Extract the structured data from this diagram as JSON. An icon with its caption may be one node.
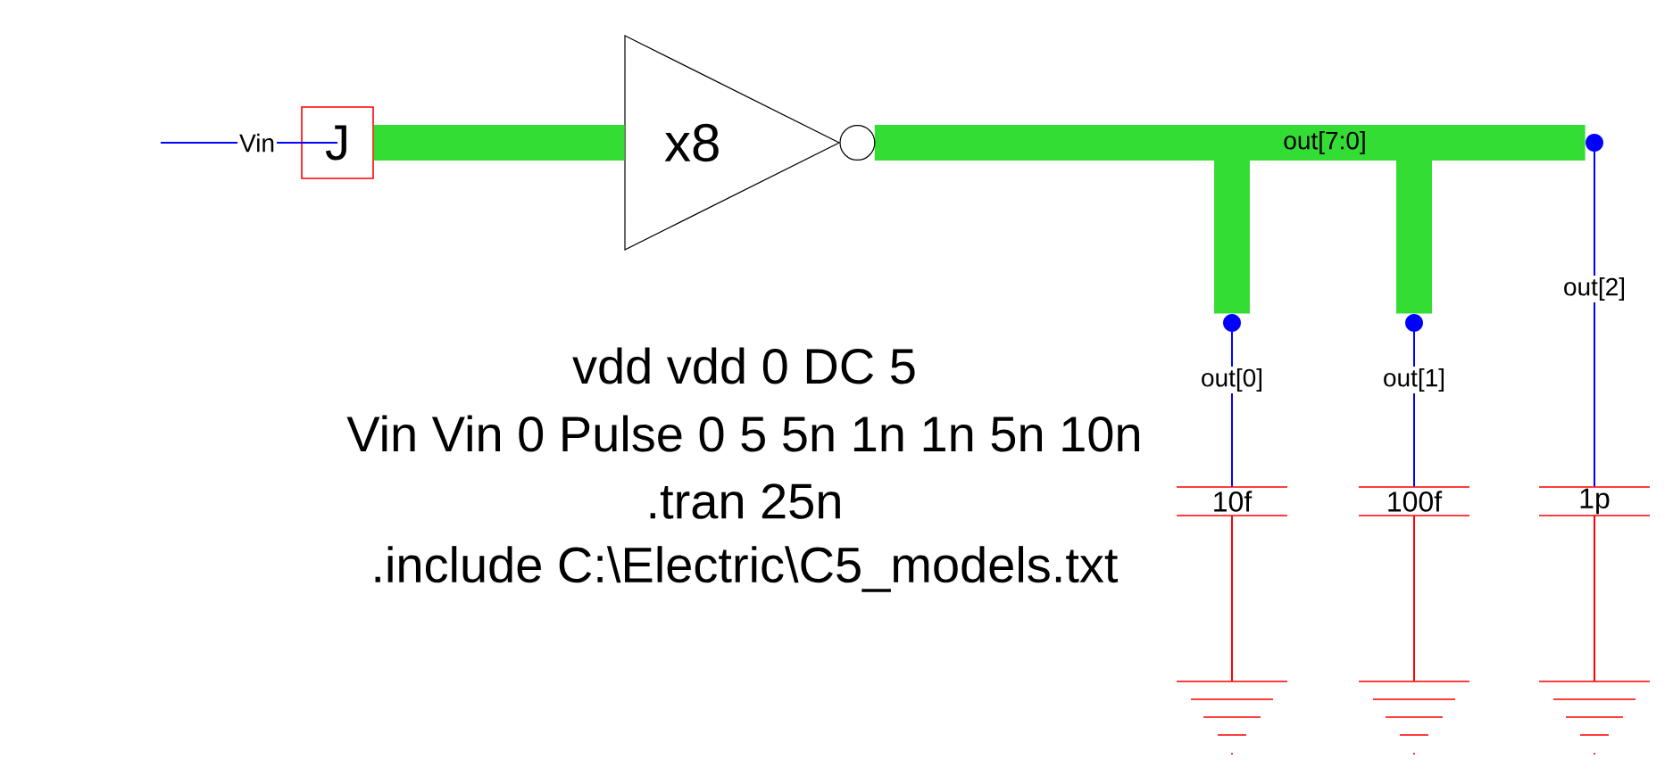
{
  "diagram": {
    "nodes": [
      {
        "text": [
          "J"
        ]
      },
      {
        "text": [
          "x8"
        ]
      },
      {
        "text": [],
        "shape": "circle"
      },
      {
        "text": [],
        "shape": "circle"
      },
      {
        "text": [],
        "shape": "circle"
      },
      {
        "text": [
          "10f"
        ]
      },
      {
        "text": [
          "100f"
        ]
      },
      {
        "text": [
          "1p"
        ]
      },
      {
        "text": [],
        "shape": "ground"
      },
      {
        "text": [],
        "shape": "ground"
      },
      {
        "text": [],
        "shape": "ground"
      }
    ],
    "edges": [
      {
        "from": null,
        "to": 0,
        "arrow": "none",
        "label": "Vin",
        "color": "#0000ff"
      },
      {
        "from": 0,
        "to": 1,
        "arrow": "none",
        "style": "thick",
        "color": "#33dd33"
      },
      {
        "from": 1,
        "to": 2,
        "arrow": "other",
        "style": "thick",
        "color": "#33dd33"
      },
      {
        "from": 1,
        "to": 3,
        "arrow": "other",
        "style": "thick",
        "color": "#33dd33"
      },
      {
        "from": 1,
        "to": 4,
        "arrow": "other",
        "style": "thick",
        "color": "#33dd33",
        "label": "out[7:0]"
      },
      {
        "from": 2,
        "to": 5,
        "arrow": "none",
        "label": "out[0]",
        "color": "#0000ff"
      },
      {
        "from": 3,
        "to": 6,
        "arrow": "none",
        "label": "out[1]",
        "color": "#0000ff"
      },
      {
        "from": 4,
        "to": 7,
        "arrow": "none",
        "label": "out[2]",
        "color": "#0000ff"
      },
      {
        "from": 5,
        "to": 8,
        "arrow": "none",
        "color": "#ff0000"
      },
      {
        "from": 6,
        "to": 9,
        "arrow": "none",
        "color": "#ff0000"
      },
      {
        "from": 7,
        "to": 10,
        "arrow": "none",
        "color": "#ff0000"
      }
    ],
    "labels": [
      "vdd vdd 0 DC 5",
      "Vin Vin 0 Pulse 0 5 5n 1n 1n 5n 10n",
      ".tran 25n",
      ".include C:\\Electric\\C5_models.txt"
    ]
  }
}
